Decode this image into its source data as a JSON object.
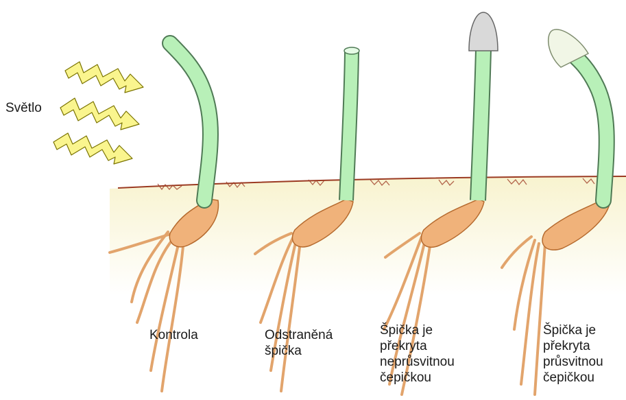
{
  "light": {
    "label": "Světlo"
  },
  "seedlings": [
    {
      "label_lines": [
        "Kontrola"
      ],
      "tip": "intact, bent toward light"
    },
    {
      "label_lines": [
        "Odstraněná",
        "špička"
      ],
      "tip": "removed"
    },
    {
      "label_lines": [
        "Špička je",
        "překryta",
        "neprůsvitnou",
        "čepičkou"
      ],
      "tip": "opaque cap"
    },
    {
      "label_lines": [
        "Špička je",
        "překryta",
        "průsvitnou",
        "čepičkou"
      ],
      "tip": "translucent cap"
    }
  ],
  "colors": {
    "stem": "#b8f0b8",
    "stem_outline": "#4f7a55",
    "seed": "#f0b27a",
    "seed_outline": "#b56a2e",
    "soil_line": "#9b3a22",
    "soil_fill": "#fbf8df",
    "lightning": "#faf58e",
    "lightning_outline": "#7a7300",
    "opaque_cap": "#d9d9d9",
    "translucent_cap": "#f1f6e6"
  }
}
